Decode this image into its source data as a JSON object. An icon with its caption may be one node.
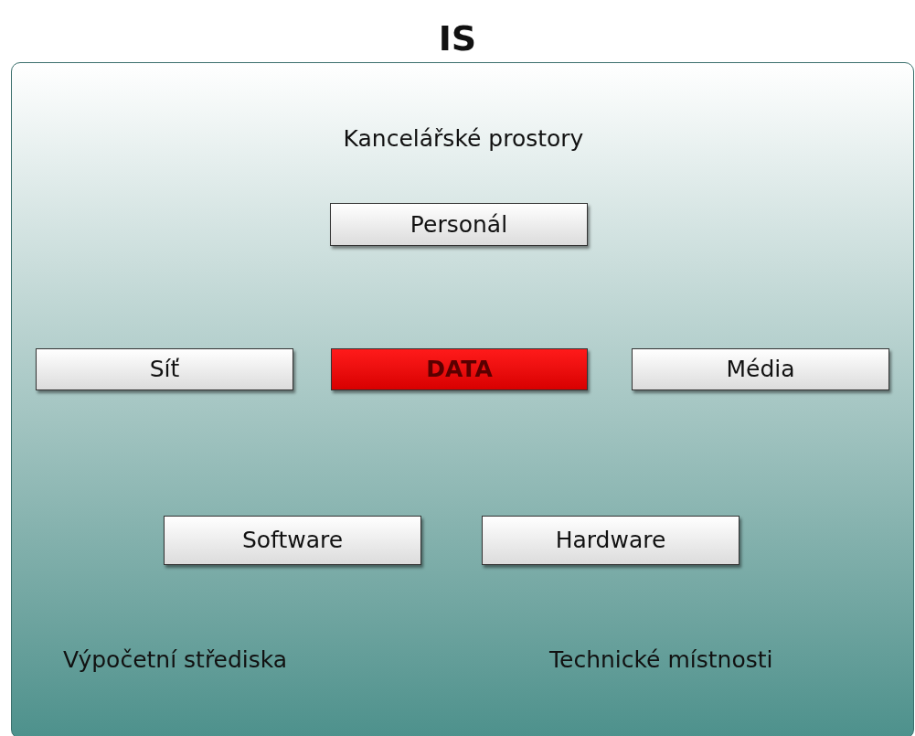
{
  "diagram": {
    "title": "IS",
    "nodes": [
      {
        "text": [
          "Kancelářské prostory",
          "Výpočetní střediska",
          "Technické místnosti"
        ]
      },
      {
        "text": [
          "Personál"
        ],
        "in": 0
      },
      {
        "text": [
          "Síť"
        ],
        "in": 0
      },
      {
        "text": [
          "DATA"
        ],
        "in": 0
      },
      {
        "text": [
          "Média"
        ],
        "in": 0
      },
      {
        "text": [
          "Software"
        ],
        "in": 0
      },
      {
        "text": [
          "Hardware"
        ],
        "in": 0
      }
    ]
  }
}
